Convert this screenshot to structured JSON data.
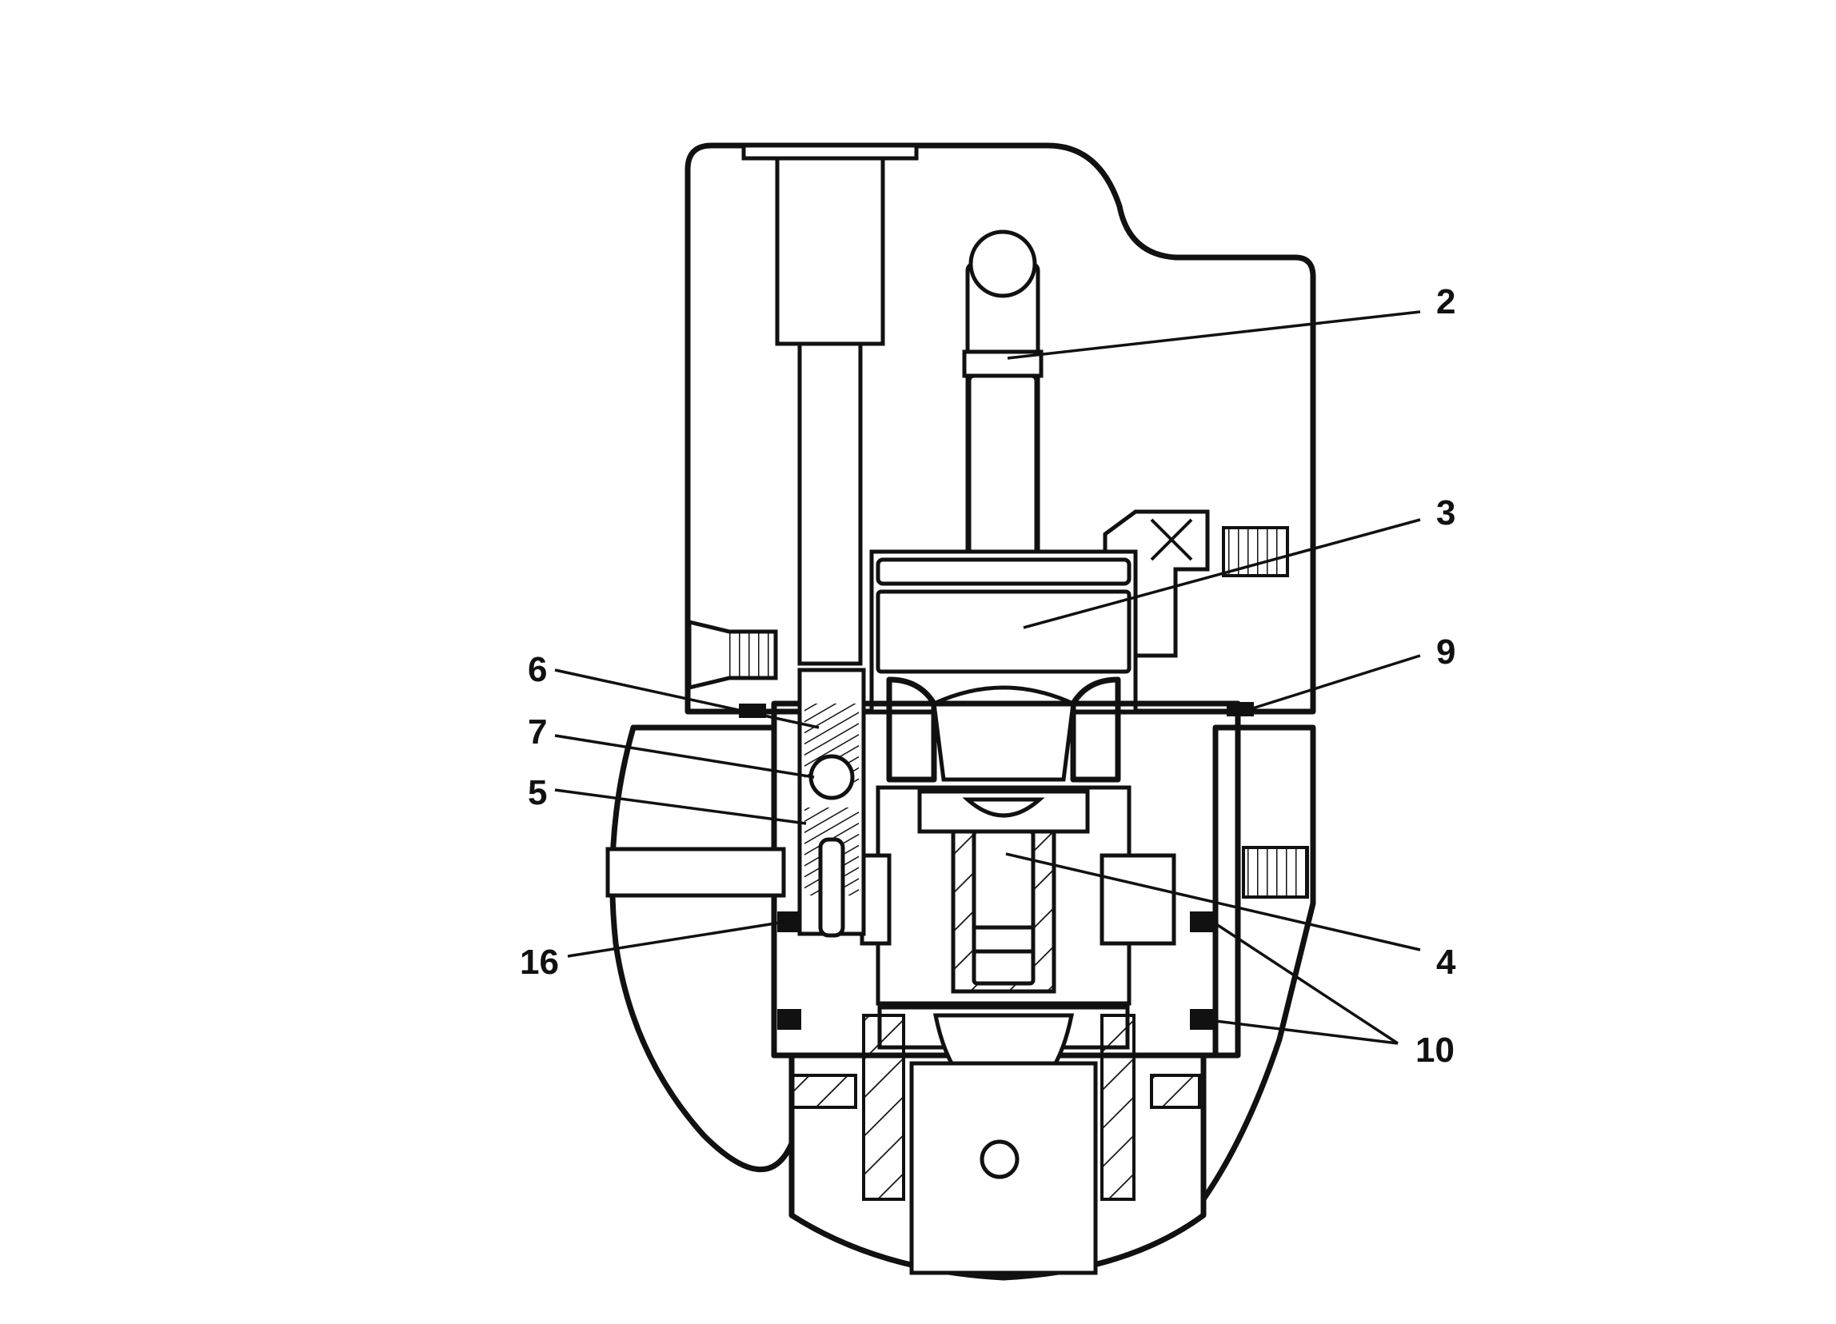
{
  "callouts": {
    "c2": "2",
    "c3": "3",
    "c9": "9",
    "c6": "6",
    "c7": "7",
    "c5": "5",
    "c16": "16",
    "c4": "4",
    "c10": "10"
  },
  "colors": {
    "ink": "#111111",
    "paper": "#ffffff"
  }
}
